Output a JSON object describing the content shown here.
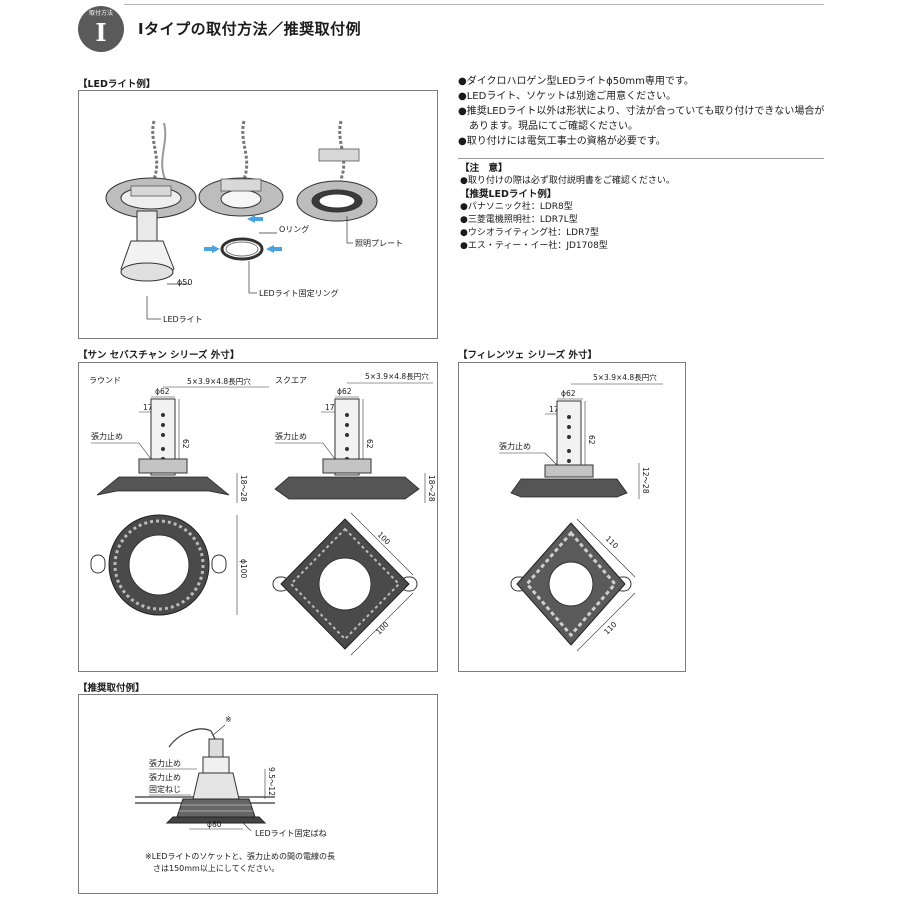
{
  "header": {
    "badge_small": "取付方法",
    "badge_letter": "I",
    "title": "Iタイプの取付方法／推奨取付例"
  },
  "led_example": {
    "section_title": "【LEDライト例】",
    "labels": {
      "o_ring": "Oリング",
      "lighting_plate": "照明プレート",
      "fixing_ring": "LEDライト固定リング",
      "phi50": "ϕ50",
      "led_light": "LEDライト"
    }
  },
  "notes": {
    "lines": [
      "●ダイクロハロゲン型LEDライトϕ50mm専用です。",
      "●LEDライト、ソケットは別途ご用意ください。",
      "●推奨LEDライト以外は形状により、寸法が合っていても取り付けできない場合が",
      "あります。現品にてご確認ください。",
      "●取り付けには電気工事士の資格が必要です。"
    ]
  },
  "caution": {
    "title": "【注　意】",
    "text": "●取り付けの際は必ず取付説明書をご確認ください。",
    "recommended_title": "【推奨LEDライト例】",
    "items": [
      "●パナソニック社：LDR8型",
      "●三菱電機照明社：LDR7L型",
      "●ウシオライティング社：LDR7型",
      "●エス・ティー・イー社：JD1708型"
    ]
  },
  "san_sebastian": {
    "section_title": "【サン セバスチャン シリーズ 外寸】",
    "round": {
      "label": "ラウンド",
      "slot": "5×3.9×4.8長円穴",
      "phi62": "ϕ62",
      "d17": "17",
      "d62": "62",
      "tension": "張力止め",
      "height": "18〜28",
      "diameter": "ϕ100"
    },
    "square": {
      "label": "スクエア",
      "slot": "5×3.9×4.8長円穴",
      "phi62": "ϕ62",
      "d17": "17",
      "d62": "62",
      "tension": "張力止め",
      "height": "18〜28",
      "side_a": "100",
      "side_b": "100"
    }
  },
  "firenze": {
    "section_title": "【フィレンツェ シリーズ 外寸】",
    "slot": "5×3.9×4.8長円穴",
    "phi62": "ϕ62",
    "d17": "17",
    "d62": "62",
    "tension": "張力止め",
    "height": "12〜28",
    "side_a": "110",
    "side_b": "110"
  },
  "recommended": {
    "section_title": "【推奨取付例】",
    "mark": "※",
    "tension": "張力止め",
    "tension_screw_1": "張力止め",
    "tension_screw_2": "固定ねじ",
    "range": "9.5〜12",
    "phi80": "ϕ80",
    "spring": "LEDライト固定ばね",
    "note_1": "※LEDライトのソケットと、張力止めの間の電線の長",
    "note_2": "さは150mm以上にしてください。"
  },
  "colors": {
    "badge": "#5a5a5a",
    "arrow_blue": "#4aa3df",
    "panel_border": "#7d7d7d"
  }
}
